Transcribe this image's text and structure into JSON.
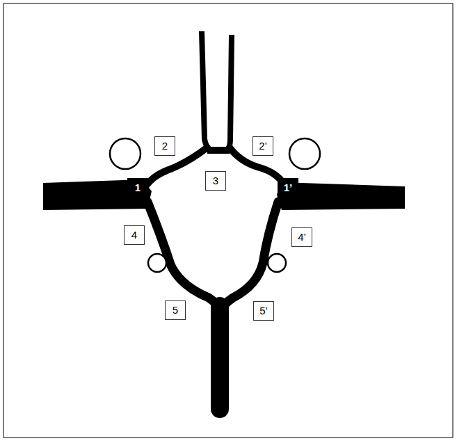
{
  "diagram": {
    "labels": [
      "2",
      "2’",
      "1",
      "3",
      "1’",
      "4",
      "4’",
      "5",
      "5’"
    ]
  }
}
